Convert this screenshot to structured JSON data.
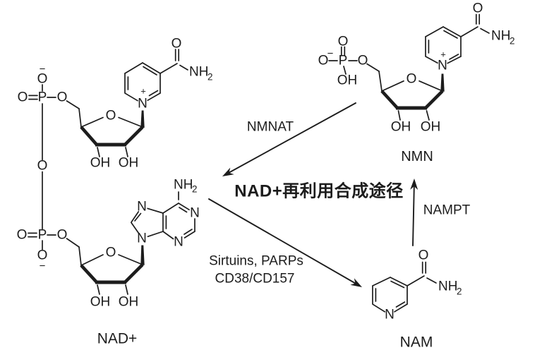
{
  "pathway_title": {
    "text": "NAD+再利用合成途径",
    "color": "#ee1c25"
  },
  "molecule_labels": {
    "nad": "NAD+",
    "nmn": "NMN",
    "nam": "NAM"
  },
  "enzyme_labels": {
    "nmn_to_nad": "NMNAT",
    "nam_to_nmn": "NAMPT",
    "nad_to_nam_line1": "Sirtuins, PARPs",
    "nad_to_nam_line2": "CD38/CD157"
  },
  "atom_labels": {
    "oxygen": "O",
    "phosphorus": "P",
    "hydroxyl": "OH",
    "nitrogen": "N",
    "amine": "NH",
    "subscript_two": "2",
    "plus_charge": "+",
    "minus_charge": "−"
  },
  "colors": {
    "bond": "#1c1c1c",
    "title_red": "#ee1c25",
    "background": "#ffffff"
  }
}
